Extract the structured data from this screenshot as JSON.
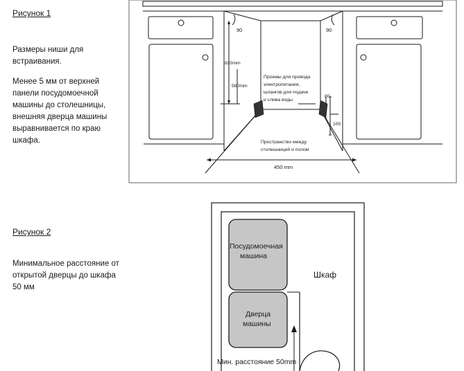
{
  "figure1": {
    "label": "Рисунок 1",
    "paragraph1": [
      "Размеры ниши для",
      "встраивания."
    ],
    "paragraph2": [
      "Менее 5 мм от верхней",
      "панели посудомоечной",
      "машины до столешницы,",
      "внешняя дверца машины",
      "выравнивается по краю",
      "шкафа."
    ],
    "diagram": {
      "angle_left": "90",
      "angle_right": "90",
      "height_820": "820mm",
      "height_580": "580mm",
      "openings_note": [
        "Проемы для провода",
        "электропитания,",
        "шлангов  для  подачи",
        "и слива воды"
      ],
      "dim_80": "80",
      "dim_100": "100",
      "space_note": [
        "Пространство между",
        "столешницей и полом"
      ],
      "width_450": "450 mm"
    }
  },
  "figure2": {
    "label": "Рисунок 2",
    "paragraph": [
      "Минимальное расстояние от",
      "открытой дверцы до шкафа",
      "50 мм"
    ],
    "diagram": {
      "dishwasher": [
        "Посудомоечная",
        "машина"
      ],
      "door": [
        "Дверца",
        "машины"
      ],
      "cabinet": "Шкаф",
      "min_distance": "Мин. расстояние 50mm"
    }
  }
}
